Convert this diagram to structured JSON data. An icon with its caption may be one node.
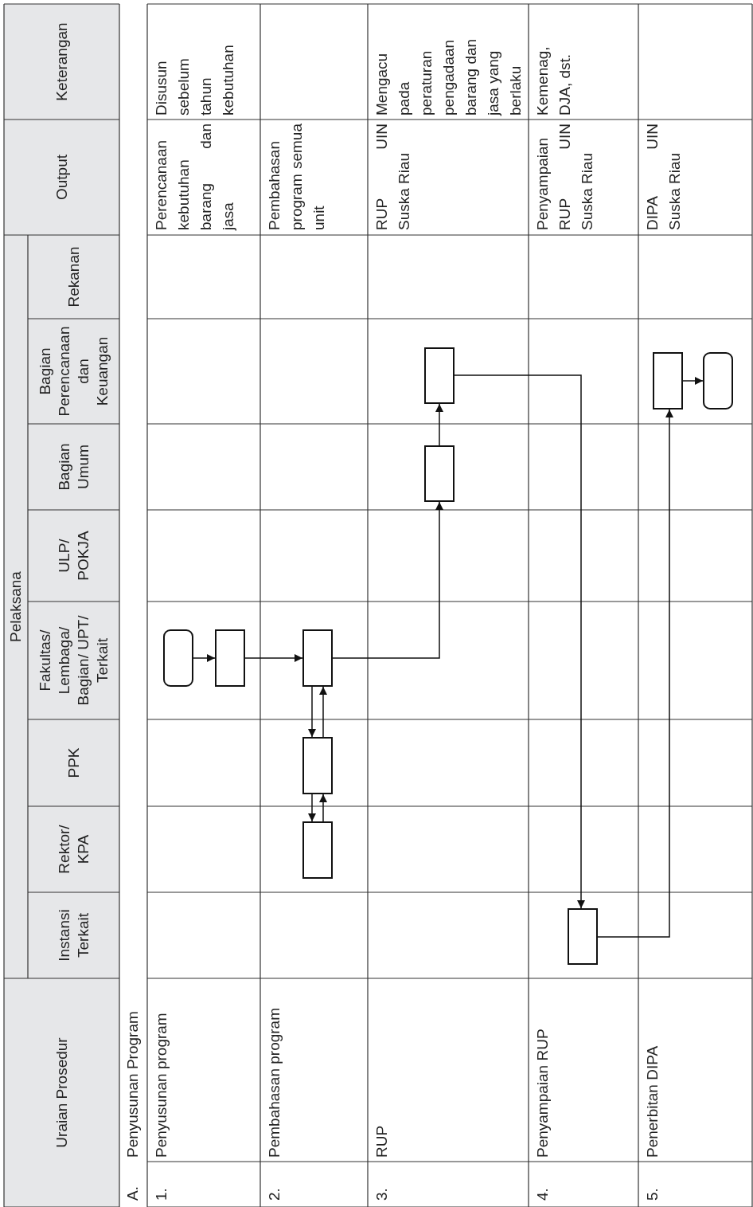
{
  "diagram": {
    "nodes": [
      {
        "text": [],
        "shape": "terminator"
      },
      {
        "text": [],
        "shape": "box"
      },
      {
        "text": [],
        "shape": "box"
      },
      {
        "text": [],
        "shape": "box"
      },
      {
        "text": [],
        "shape": "box"
      },
      {
        "text": [],
        "shape": "box"
      },
      {
        "text": [],
        "shape": "box"
      },
      {
        "text": [],
        "shape": "box"
      },
      {
        "text": [],
        "shape": "box"
      },
      {
        "text": [],
        "shape": "terminator"
      }
    ],
    "edges": [
      {
        "from": 0,
        "to": 1,
        "arrow": "to"
      },
      {
        "from": 1,
        "to": 4,
        "arrow": "to"
      },
      {
        "from": 4,
        "to": 3,
        "arrow": "to"
      },
      {
        "from": 3,
        "to": 4,
        "arrow": "to"
      },
      {
        "from": 3,
        "to": 2,
        "arrow": "to"
      },
      {
        "from": 2,
        "to": 3,
        "arrow": "to"
      },
      {
        "from": 4,
        "to": 5,
        "arrow": "to"
      },
      {
        "from": 5,
        "to": 6,
        "arrow": "to"
      },
      {
        "from": 6,
        "to": 7,
        "arrow": "to"
      },
      {
        "from": 7,
        "to": 8,
        "arrow": "to"
      },
      {
        "from": 8,
        "to": 9,
        "arrow": "to"
      }
    ],
    "labels": [
      "Uraian Prosedur",
      "Pelaksana",
      "Output",
      "Keterangan",
      "Instansi Terkait",
      "Rektor/ KPA",
      "PPK",
      "Fakultas/ Lembaga/ Bagian/ UPT/ Terkait",
      "ULP/ POKJA",
      "Bagian Umum",
      "Bagian Perencanaan dan Keuangan",
      "Rekanan",
      "A.",
      "Penyusunan Program",
      "1.",
      "Penyusunan program",
      "Perencanaan kebutuhan barang dan jasa",
      "Disusun sebelum tahun kebutuhan",
      "2.",
      "Pembahasan program",
      "Pembahasan program semua unit",
      "3.",
      "RUP",
      "RUP UIN Suska Riau",
      "Mengacu pada peraturan pengadaan barang dan jasa yang berlaku",
      "4.",
      "Penyampaian RUP",
      "Penyampaian RUP UIN Suska Riau",
      "Kemenag, DJA, dst.",
      "5.",
      "Penerbitan DIPA",
      "DIPA UIN Suska Riau"
    ]
  }
}
